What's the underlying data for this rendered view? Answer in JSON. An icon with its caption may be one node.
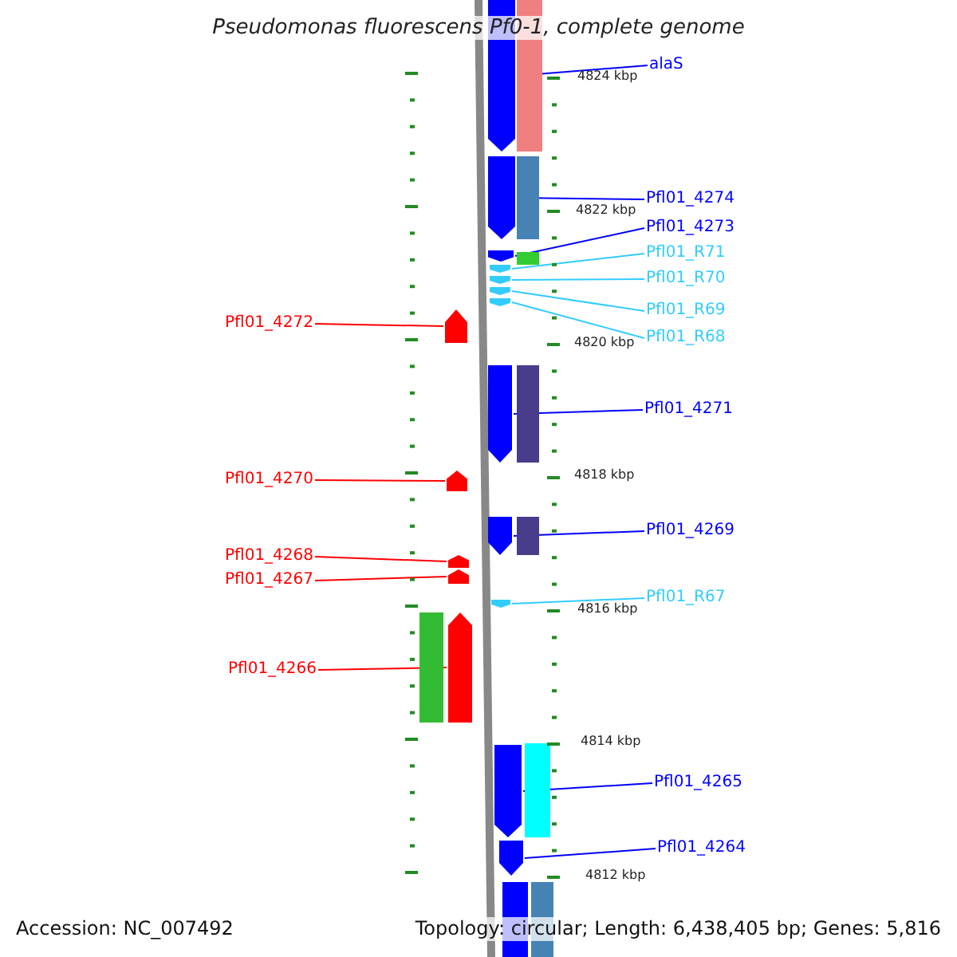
{
  "diagram": {
    "title": "Pseudomonas fluorescens Pf0-1, complete genome",
    "nodes": [
      {
        "text": [
          "alaS"
        ]
      },
      {
        "text": [
          "Pfl01_4274"
        ]
      },
      {
        "text": [
          "Pfl01_4273"
        ]
      },
      {
        "text": [
          "Pfl01_R71"
        ]
      },
      {
        "text": [
          "Pfl01_R70"
        ]
      },
      {
        "text": [
          "Pfl01_R69"
        ]
      },
      {
        "text": [
          "Pfl01_R68"
        ]
      },
      {
        "text": [
          "Pfl01_4272"
        ]
      },
      {
        "text": [
          "Pfl01_4271"
        ]
      },
      {
        "text": [
          "Pfl01_4270"
        ]
      },
      {
        "text": [
          "Pfl01_4269"
        ]
      },
      {
        "text": [
          "Pfl01_4268"
        ]
      },
      {
        "text": [
          "Pfl01_4267"
        ]
      },
      {
        "text": [
          "Pfl01_R67"
        ]
      },
      {
        "text": [
          "Pfl01_4266"
        ]
      },
      {
        "text": [
          "Pfl01_4265"
        ]
      },
      {
        "text": [
          "Pfl01_4264"
        ]
      },
      {
        "text": [],
        "shape": "pentagon"
      },
      {
        "text": [],
        "shape": "pentagon"
      },
      {
        "text": [],
        "shape": "pentagon"
      },
      {
        "text": [],
        "shape": "pentagon"
      },
      {
        "text": [],
        "shape": "pentagon"
      },
      {
        "text": [],
        "shape": "pentagon"
      },
      {
        "text": [],
        "shape": "pentagon"
      },
      {
        "text": [],
        "shape": "pentagon"
      },
      {
        "text": [],
        "shape": "pentagon"
      },
      {
        "text": [],
        "shape": "pentagon"
      },
      {
        "text": [],
        "shape": "pentagon"
      },
      {
        "text": [],
        "shape": "pentagon"
      },
      {
        "text": [],
        "shape": "pentagon"
      },
      {
        "text": [],
        "shape": "pentagon"
      },
      {
        "text": [],
        "shape": "pentagon"
      },
      {
        "text": [],
        "shape": "pentagon"
      },
      {
        "text": [],
        "shape": "pentagon"
      }
    ],
    "edges": [
      {
        "from": 0,
        "to": 17,
        "arrow": "none"
      },
      {
        "from": 1,
        "to": 18,
        "arrow": "none"
      },
      {
        "from": 2,
        "to": 19,
        "arrow": "none"
      },
      {
        "from": 3,
        "to": 20,
        "arrow": "none",
        "color": "#33ccff"
      },
      {
        "from": 4,
        "to": 21,
        "arrow": "none",
        "color": "#33ccff"
      },
      {
        "from": 5,
        "to": 22,
        "arrow": "none",
        "color": "#33ccff"
      },
      {
        "from": 6,
        "to": 23,
        "arrow": "none",
        "color": "#33ccff"
      },
      {
        "from": 7,
        "to": 24,
        "arrow": "none",
        "color": "#ff0000"
      },
      {
        "from": 8,
        "to": 25,
        "arrow": "none"
      },
      {
        "from": 9,
        "to": 26,
        "arrow": "none",
        "color": "#ff0000"
      },
      {
        "from": 10,
        "to": 27,
        "arrow": "none"
      },
      {
        "from": 11,
        "to": 28,
        "arrow": "none",
        "color": "#ff0000"
      },
      {
        "from": 12,
        "to": 29,
        "arrow": "none",
        "color": "#ff0000"
      },
      {
        "from": 13,
        "to": 30,
        "arrow": "none",
        "color": "#33ccff"
      },
      {
        "from": 14,
        "to": 31,
        "arrow": "none",
        "color": "#ff0000"
      },
      {
        "from": 15,
        "to": 32,
        "arrow": "none"
      },
      {
        "from": 16,
        "to": 33,
        "arrow": "none"
      }
    ],
    "labels": [
      "4824 kbp",
      "4822 kbp",
      "4820 kbp",
      "4818 kbp",
      "4816 kbp",
      "4814 kbp",
      "4812 kbp",
      "Accession: NC_007492",
      "Topology: circular; Length: 6,438,405 bp; Genes: 5,816"
    ]
  }
}
